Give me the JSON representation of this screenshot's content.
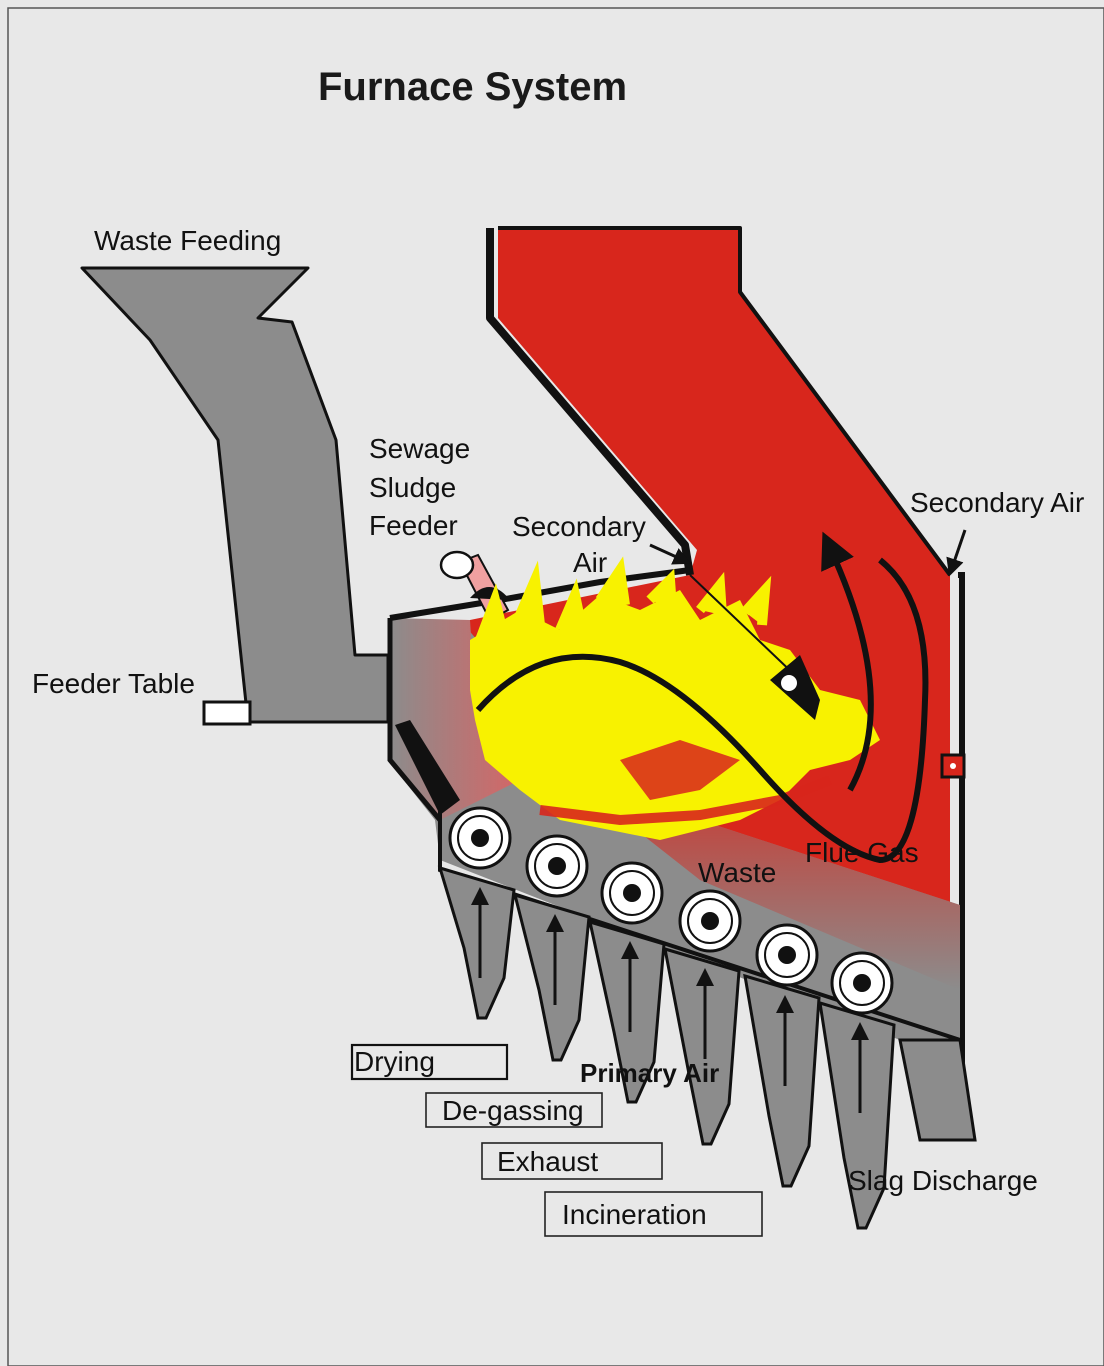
{
  "title": "Furnace System",
  "labels": {
    "waste_feeding": "Waste Feeding",
    "sewage": "Sewage",
    "sludge": "Sludge",
    "feeder": "Feeder",
    "secondary_left_1": "Secondary",
    "secondary_left_2": "Air",
    "secondary_right": "Secondary Air",
    "feeder_table": "Feeder Table",
    "flue_gas": "Flue Gas",
    "waste": "Waste",
    "primary_air": "Primary Air",
    "slag_discharge": "Slag Discharge"
  },
  "stages": [
    "Drying",
    "De-gassing",
    "Exhaust",
    "Incineration"
  ],
  "colors": {
    "background": "#e8e8e8",
    "furnace_red": "#d8261c",
    "flame_yellow": "#f8f200",
    "steel_grey": "#8c8c8c",
    "outline": "#111111"
  },
  "icons": [
    "grate-roller-icon",
    "air-up-arrow-icon",
    "flow-arrow-icon"
  ]
}
